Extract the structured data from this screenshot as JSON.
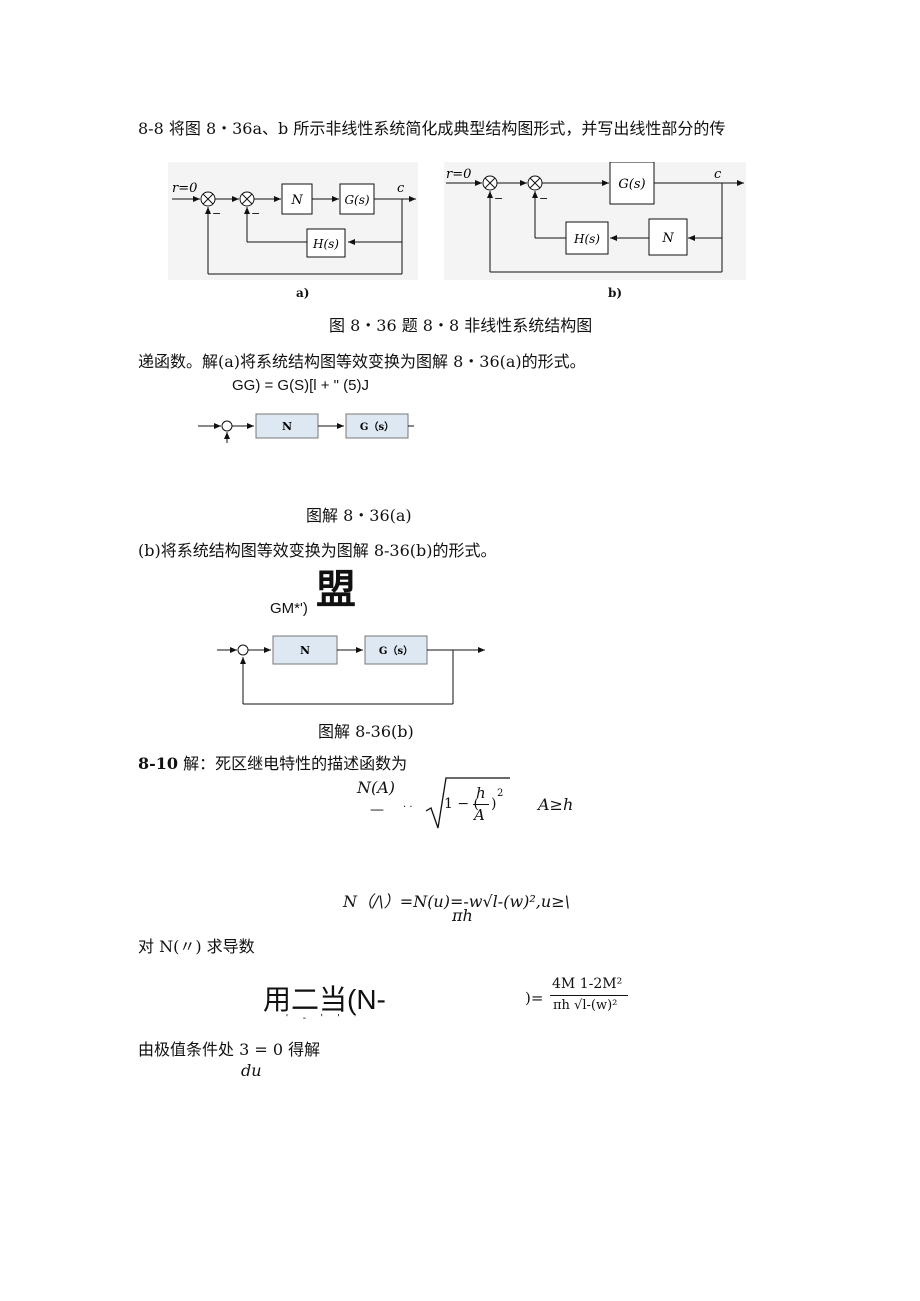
{
  "problem_8_8": {
    "statement_line1": "8-8 将图 8・36a、b 所示非线性系统简化成典型结构图形式，并写出线性部分的传",
    "statement_line2": "递函数。解(a)将系统结构图等效变换为图解 8・36(a)的形式。",
    "figure": {
      "a": {
        "input_label": "r=0",
        "output_label": "c",
        "block1": "N",
        "block2": "G(s)",
        "feedback_block": "H(s)",
        "minus_sign": "−",
        "sublabel": "a)"
      },
      "b": {
        "input_label": "r=0",
        "output_label": "c",
        "block1": "G(s)",
        "feedback_block1": "H(s)",
        "feedback_block2": "N",
        "minus_sign": "−",
        "sublabel": "b)"
      },
      "caption": "图 8・36 题 8・8 非线性系统结构图"
    },
    "solution_a": {
      "formula": "GG) = G(S)[l + \" (5)J",
      "diagram": {
        "block1": "N",
        "block2": "G（s）"
      },
      "caption": "图解 8・36(a)"
    },
    "solution_b": {
      "intro": "(b)将系统结构图等效变换为图解 8-36(b)的形式。",
      "formula_small": "GM*')",
      "formula_big": "盟",
      "diagram": {
        "block1": "N",
        "block2": "G（s）"
      },
      "caption": "图解 8-36(b)"
    }
  },
  "problem_8_10": {
    "heading_num": "8-10",
    "heading_text": " 解：死区继电特性的描述函数为",
    "formula1": {
      "lhs": "N(A)",
      "dash": "—",
      "dots": "· ·",
      "sqrt_one": "1 − (",
      "frac_num": "h",
      "frac_den": "A",
      "sqrt_close": ")",
      "power": "2",
      "condition": "A≥h"
    },
    "formula2": {
      "main": "N（/\\）=N(u)=-w√l-(w)²,u≥\\",
      "sub": "πh"
    },
    "derivative_intro": "对 N(〃) 求导数",
    "formula3": {
      "left": "用二当(N-",
      "under": "' - ' ' '",
      "mid": ")=",
      "num": "4M 1-2M²",
      "den": "πh √l-(w)²"
    },
    "extremum_line": "由极值条件处 3 = 0 得解",
    "du": "du"
  }
}
